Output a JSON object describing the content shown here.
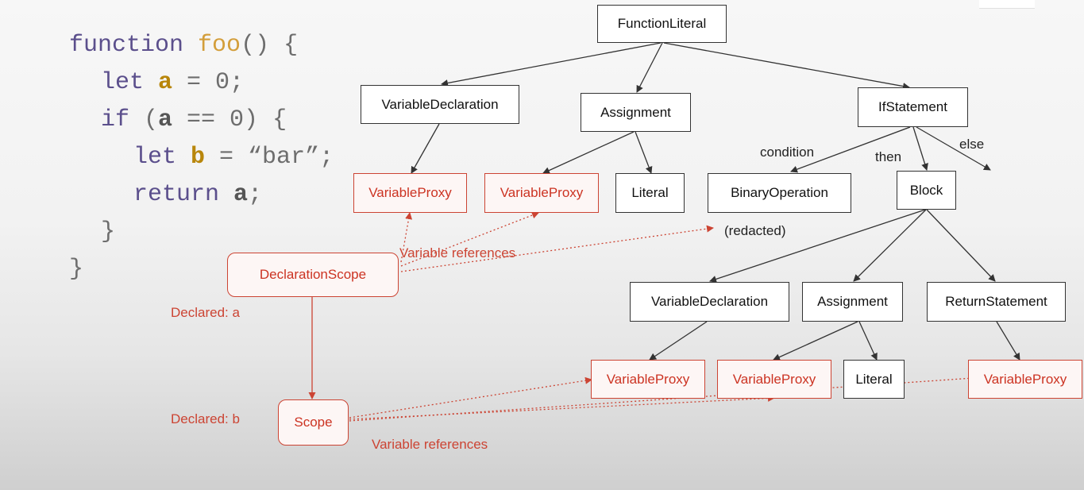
{
  "code": {
    "line1": {
      "kw": "function",
      "fn": "foo",
      "rest": "() {"
    },
    "line2": {
      "kw": "let",
      "var": "a",
      "rest": " = 0;"
    },
    "line3": {
      "kw": "if",
      "p1": " (",
      "var": "a",
      "rest": " == 0) {"
    },
    "line4": {
      "kw": "let",
      "var": "b",
      "rest": " = “bar”;"
    },
    "line5": {
      "kw": "return",
      "var": "a",
      "rest": ";"
    },
    "line6": "}",
    "line7": "}"
  },
  "tree": {
    "function_literal": "FunctionLiteral",
    "variable_declaration_1": "VariableDeclaration",
    "assignment_1": "Assignment",
    "if_statement": "IfStatement",
    "variable_proxy_1": "VariableProxy",
    "variable_proxy_2": "VariableProxy",
    "literal_1": "Literal",
    "binary_operation": "BinaryOperation",
    "block": "Block",
    "redacted": "(redacted)",
    "variable_declaration_2": "VariableDeclaration",
    "assignment_2": "Assignment",
    "return_statement": "ReturnStatement",
    "variable_proxy_3": "VariableProxy",
    "variable_proxy_4": "VariableProxy",
    "literal_2": "Literal",
    "variable_proxy_5": "VariableProxy"
  },
  "edge_labels": {
    "condition": "condition",
    "then": "then",
    "else": "else"
  },
  "scopes": {
    "declaration_scope": "DeclarationScope",
    "scope": "Scope",
    "declared_a": "Declared: a",
    "declared_b": "Declared: b",
    "references_1": "Variable references",
    "references_2": "Variable references"
  },
  "colors": {
    "tree_node_border": "#333333",
    "scope_red": "#cc4433",
    "keyword": "#5b4f8c",
    "function_name": "#d39e3b",
    "declared_var": "#b8860b"
  }
}
